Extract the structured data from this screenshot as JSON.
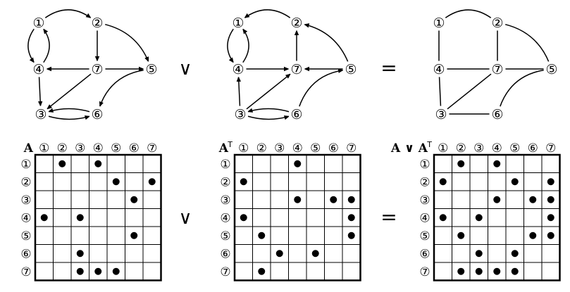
{
  "operators": {
    "or": "∨",
    "equals": "="
  },
  "panels": [
    {
      "id": "A",
      "matrix_label": "A",
      "matrix_label_sup": "",
      "edges": [
        [
          1,
          2
        ],
        [
          1,
          4
        ],
        [
          2,
          5
        ],
        [
          2,
          7
        ],
        [
          3,
          6
        ],
        [
          4,
          1
        ],
        [
          4,
          3
        ],
        [
          5,
          6
        ],
        [
          6,
          3
        ],
        [
          7,
          3
        ],
        [
          7,
          4
        ],
        [
          7,
          5
        ]
      ],
      "matrix": [
        [
          0,
          1,
          0,
          1,
          0,
          0,
          0
        ],
        [
          0,
          0,
          0,
          0,
          1,
          0,
          1
        ],
        [
          0,
          0,
          0,
          0,
          0,
          1,
          0
        ],
        [
          1,
          0,
          1,
          0,
          0,
          0,
          0
        ],
        [
          0,
          0,
          0,
          0,
          0,
          1,
          0
        ],
        [
          0,
          0,
          1,
          0,
          0,
          0,
          0
        ],
        [
          0,
          0,
          1,
          1,
          1,
          0,
          0
        ]
      ]
    },
    {
      "id": "AT",
      "matrix_label": "A",
      "matrix_label_sup": "T",
      "edges": [
        [
          2,
          1
        ],
        [
          4,
          1
        ],
        [
          5,
          2
        ],
        [
          7,
          2
        ],
        [
          6,
          3
        ],
        [
          1,
          4
        ],
        [
          3,
          4
        ],
        [
          6,
          5
        ],
        [
          3,
          6
        ],
        [
          3,
          7
        ],
        [
          4,
          7
        ],
        [
          5,
          7
        ]
      ],
      "matrix": [
        [
          0,
          0,
          0,
          1,
          0,
          0,
          0
        ],
        [
          1,
          0,
          0,
          0,
          0,
          0,
          0
        ],
        [
          0,
          0,
          0,
          1,
          0,
          1,
          1
        ],
        [
          1,
          0,
          0,
          0,
          0,
          0,
          1
        ],
        [
          0,
          1,
          0,
          0,
          0,
          0,
          1
        ],
        [
          0,
          0,
          1,
          0,
          1,
          0,
          0
        ],
        [
          0,
          1,
          0,
          0,
          0,
          0,
          0
        ]
      ]
    },
    {
      "id": "AorAT",
      "matrix_label": "A ∨ A",
      "matrix_label_sup": "T",
      "edges": [
        [
          1,
          2
        ],
        [
          1,
          4
        ],
        [
          2,
          5
        ],
        [
          2,
          7
        ],
        [
          3,
          6
        ],
        [
          3,
          4
        ],
        [
          5,
          6
        ],
        [
          3,
          7
        ],
        [
          4,
          7
        ],
        [
          5,
          7
        ]
      ],
      "matrix": [
        [
          0,
          1,
          0,
          1,
          0,
          0,
          0
        ],
        [
          1,
          0,
          0,
          0,
          1,
          0,
          1
        ],
        [
          0,
          0,
          0,
          1,
          0,
          1,
          1
        ],
        [
          1,
          0,
          1,
          0,
          0,
          0,
          1
        ],
        [
          0,
          1,
          0,
          0,
          0,
          1,
          1
        ],
        [
          0,
          0,
          1,
          0,
          1,
          0,
          0
        ],
        [
          0,
          1,
          1,
          1,
          1,
          0,
          0
        ]
      ]
    }
  ],
  "node_labels": [
    "①",
    "②",
    "③",
    "④",
    "⑤",
    "⑥",
    "⑦"
  ]
}
